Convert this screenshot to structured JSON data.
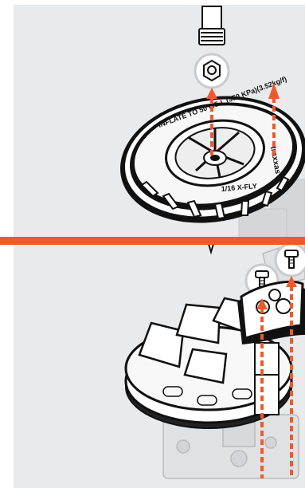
{
  "diagram": {
    "accent_color": "#ee5a2c",
    "panel_color": "#e9eaec",
    "ghost_color": "#cfd1d4",
    "line_color": "#111111",
    "tire_inner_text": "INFLATE TO 50 P.S.I. (350 KPa)(3.52kg/f)",
    "tire_brand_text": "traxxas",
    "tire_model_text": "1/16 X-FLY",
    "top_step": {
      "parts": [
        {
          "name": "nut",
          "icon": "hex-nut-icon"
        },
        {
          "name": "wheel",
          "icon": "tire-icon"
        }
      ]
    },
    "bottom_step": {
      "parts": [
        {
          "name": "screw",
          "icon": "screw-icon"
        },
        {
          "name": "screw",
          "icon": "screw-icon"
        },
        {
          "name": "hub",
          "icon": "hub-icon"
        }
      ]
    }
  }
}
